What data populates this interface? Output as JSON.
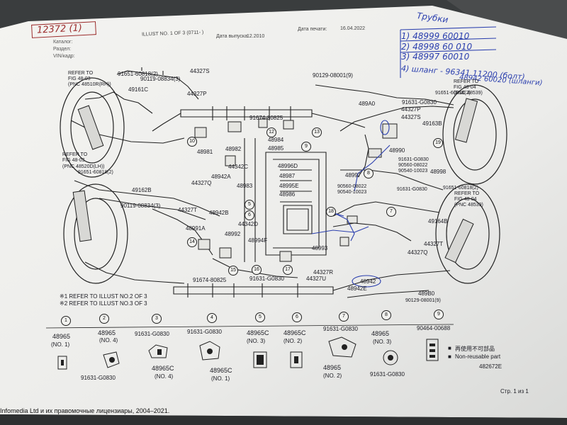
{
  "header": {
    "doc_code_hand": "12372 (1)",
    "left_labels": [
      "Каталог:",
      "Раздел:",
      "VIN/кадр:"
    ],
    "print_date_label": "Дата печати:",
    "print_date": "16.04.2022",
    "release_date_label": "Дата выпуска:",
    "release_date": "12.2010",
    "illust_label": "ILLUST NO. 1 OF 3 (0711-  )"
  },
  "handwritten": {
    "title": "Трубки",
    "items": [
      "1) 48999 60010",
      "2) 48998 60 010",
      "3) 48997 60010",
      "4) шланг - 96341 11200 (болт)",
      "48942 60020 (шланги)"
    ]
  },
  "parts": {
    "p44327S": "44327S",
    "p91651_tl": "91651-60818(2)",
    "p90119_tl": "90119-08834(3)",
    "p44327P_tl": "44327P",
    "p49161C": "49161C",
    "refer_tl": "REFER TO",
    "fig_tl": "FIG 48-03",
    "pnc_tl": "(PNC 48510R(RH))",
    "p90129_top": "90129-08001(9)",
    "p489A0": "489A0",
    "p91651_tr": "91651-60818(2)",
    "refer_tr": "REFER TO",
    "fig_tr": "FIG 48-04",
    "pnc_tr": "(PNC 48539)",
    "p91631_tr": "91631-G0830",
    "p44327P_tr": "44327P",
    "p44327S_tr": "44327S",
    "p49163B": "49163B",
    "p91674_top": "91674-80825",
    "p48984": "48984",
    "p48985": "48985",
    "p48981": "48981",
    "p48982": "48982",
    "p44342C": "44342C",
    "p48996D": "48996D",
    "p48987": "48987",
    "p48995E": "48995E",
    "p48986": "48986",
    "p48990": "48990",
    "p91631_m": "91631-G0830",
    "p90560": "90560-08022",
    "p90540": "90540-10023",
    "p48998": "48998",
    "p48997": "48997",
    "p90560_b": "90560-08022",
    "p90540_b": "90540-10023",
    "p91631_m2": "91631-G0830",
    "refer_ml": "REFER TO",
    "fig_ml": "FIG 48-03",
    "pnc_ml": "(PNC 48520D(LH))",
    "p91651_ml": "91651-60818(2)",
    "p48942A": "48942A",
    "p44327Q": "44327Q",
    "p48983": "48983",
    "p49162B": "49162B",
    "p90119_ml": "90119-08834(3)",
    "p44327T_ml": "44327T",
    "p48942B": "48942B",
    "p44342D": "44342D",
    "p48991A": "48991A",
    "p48992": "48992",
    "p48994F": "48994F",
    "p48993": "48993",
    "p91651_r": "91651-60818(2)",
    "refer_r": "REFER TO",
    "fig_r": "FIG 48-04",
    "pnc_r": "(PNC 48539)",
    "p49164B": "49164B",
    "p44327T_r": "44327T",
    "p44327Q_r": "44327Q",
    "p91674_bot": "91674-80825",
    "p91631_bot": "91631-G0830",
    "p44327R": "44327R",
    "p44327U": "44327U",
    "p48942": "48942",
    "p48942E": "48942E",
    "p489B0": "489B0",
    "p90129_bot": "90129-08001(9)"
  },
  "notes": [
    "※1 REFER TO ILLUST NO.2 OF 3",
    "※2 REFER TO ILLUST NO.3 OF 3"
  ],
  "legend": [
    {
      "num": "1",
      "top": "48965",
      "sub": "(NO. 1)",
      "bottom": ""
    },
    {
      "num": "2",
      "top": "48965",
      "sub": "(NO. 4)",
      "bottom": "91631-G0830"
    },
    {
      "num": "3",
      "top": "91631-G0830",
      "sub": "",
      "bottom": "48965C",
      "bottom_sub": "(NO. 4)"
    },
    {
      "num": "4",
      "top": "91631-G0830",
      "sub": "",
      "bottom": "48965C",
      "bottom_sub": "(NO. 1)"
    },
    {
      "num": "5",
      "top": "48965C",
      "sub": "(NO. 3)",
      "bottom": ""
    },
    {
      "num": "6",
      "top": "48965C",
      "sub": "(NO. 2)",
      "bottom": ""
    },
    {
      "num": "7",
      "top": "91631-G0830",
      "sub": "",
      "bottom": "48965",
      "bottom_sub": "(NO. 2)"
    },
    {
      "num": "8",
      "top": "48965",
      "sub": "(NO. 3)",
      "bottom": "91631-G0830"
    },
    {
      "num": "9",
      "top": "90464-00688",
      "sub": "",
      "bottom": ""
    }
  ],
  "non_reusable": {
    "jp": "再使用不可部品",
    "en": "Non-reusable part"
  },
  "illust_code": "482672E",
  "page_label": "Стр. 1 из 1",
  "footer": "Infomedia Ltd и их правомочные лицензиары, 2004–2021."
}
